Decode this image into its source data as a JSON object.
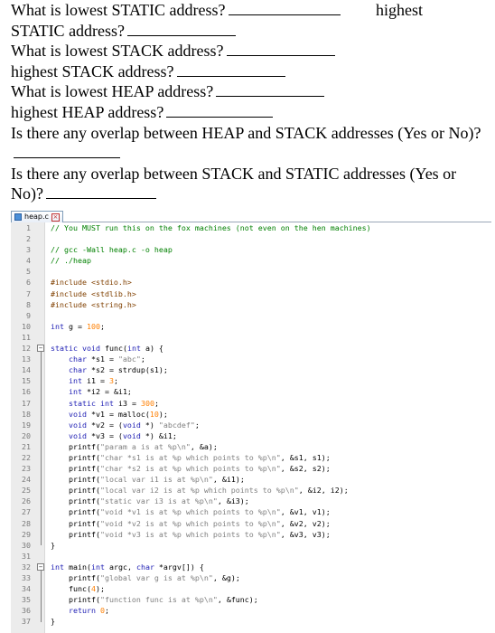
{
  "questions": {
    "q1": "What is lowest STATIC address?",
    "q1b": "highest",
    "q1c": "STATIC address?",
    "q2": "What is lowest STACK address?",
    "q2b": "highest STACK address?",
    "q3": "What is lowest HEAP address?",
    "q3b": "highest HEAP address?",
    "q4": "Is there any overlap between HEAP and STACK addresses (Yes or No)?",
    "q5": "Is there any overlap between STACK and STATIC addresses (Yes or No)?"
  },
  "editor": {
    "tab_label": "heap.c",
    "lines": [
      {
        "n": "1",
        "t": "// You MUST run this on the fox machines (not even on the hen machines)"
      },
      {
        "n": "2",
        "t": ""
      },
      {
        "n": "3",
        "t": "// gcc -Wall heap.c -o heap"
      },
      {
        "n": "4",
        "t": "// ./heap"
      },
      {
        "n": "5",
        "t": ""
      },
      {
        "n": "6",
        "t": "#include <stdio.h>"
      },
      {
        "n": "7",
        "t": "#include <stdlib.h>"
      },
      {
        "n": "8",
        "t": "#include <string.h>"
      },
      {
        "n": "9",
        "t": ""
      },
      {
        "n": "10",
        "t": "int g = 100;"
      },
      {
        "n": "11",
        "t": ""
      },
      {
        "n": "12",
        "t": "static void func(int a) {"
      },
      {
        "n": "13",
        "t": "    char *s1 = \"abc\";"
      },
      {
        "n": "14",
        "t": "    char *s2 = strdup(s1);"
      },
      {
        "n": "15",
        "t": "    int i1 = 3;"
      },
      {
        "n": "16",
        "t": "    int *i2 = &i1;"
      },
      {
        "n": "17",
        "t": "    static int i3 = 300;"
      },
      {
        "n": "18",
        "t": "    void *v1 = malloc(10);"
      },
      {
        "n": "19",
        "t": "    void *v2 = (void *) \"abcdef\";"
      },
      {
        "n": "20",
        "t": "    void *v3 = (void *) &i1;"
      },
      {
        "n": "21",
        "t": "    printf(\"param a is at %p\\n\", &a);"
      },
      {
        "n": "22",
        "t": "    printf(\"char *s1 is at %p which points to %p\\n\", &s1, s1);"
      },
      {
        "n": "23",
        "t": "    printf(\"char *s2 is at %p which points to %p\\n\", &s2, s2);"
      },
      {
        "n": "24",
        "t": "    printf(\"local var i1 is at %p\\n\", &i1);"
      },
      {
        "n": "25",
        "t": "    printf(\"local var i2 is at %p which points to %p\\n\", &i2, i2);"
      },
      {
        "n": "26",
        "t": "    printf(\"static var i3 is at %p\\n\", &i3);"
      },
      {
        "n": "27",
        "t": "    printf(\"void *v1 is at %p which points to %p\\n\", &v1, v1);"
      },
      {
        "n": "28",
        "t": "    printf(\"void *v2 is at %p which points to %p\\n\", &v2, v2);"
      },
      {
        "n": "29",
        "t": "    printf(\"void *v3 is at %p which points to %p\\n\", &v3, v3);"
      },
      {
        "n": "30",
        "t": "}"
      },
      {
        "n": "31",
        "t": ""
      },
      {
        "n": "32",
        "t": "int main(int argc, char *argv[]) {"
      },
      {
        "n": "33",
        "t": "    printf(\"global var g is at %p\\n\", &g);"
      },
      {
        "n": "34",
        "t": "    func(4);"
      },
      {
        "n": "35",
        "t": "    printf(\"function func is at %p\\n\", &func);"
      },
      {
        "n": "36",
        "t": "    return 0;"
      },
      {
        "n": "37",
        "t": "}"
      }
    ]
  },
  "colors": {
    "keyword": "#1e1eb4",
    "type": "#7a2890",
    "string": "#7f7f7f",
    "number": "#ff7f00",
    "comment": "#008000",
    "preprocessor": "#804000",
    "gutter": "#ececec"
  }
}
